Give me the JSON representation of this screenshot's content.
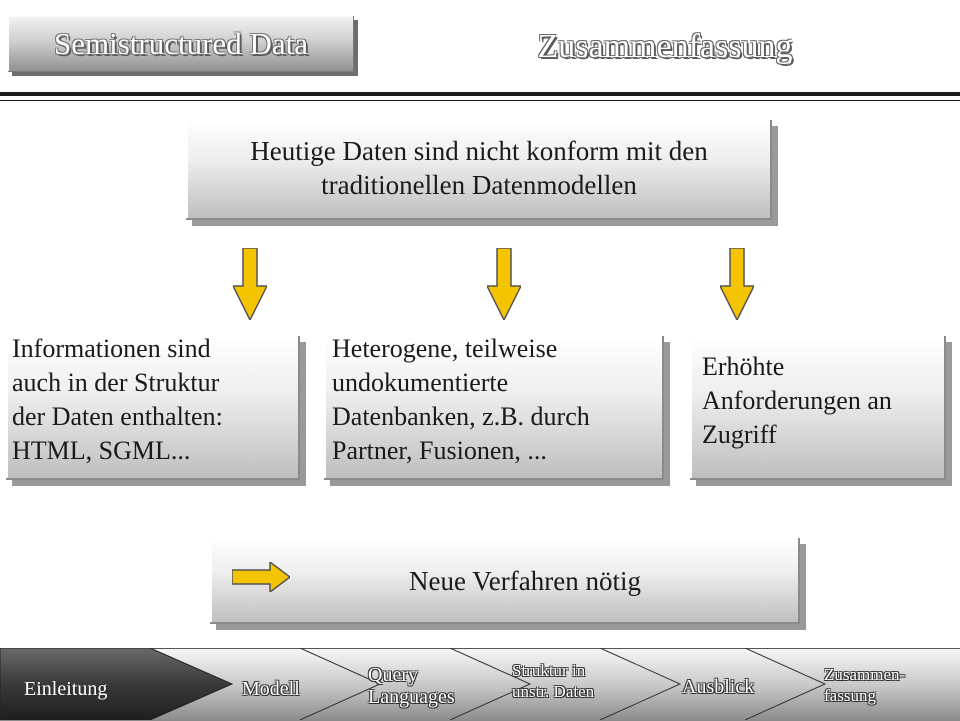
{
  "header": {
    "tab_title": "Semistructured Data",
    "slide_title": "Zusammenfassung"
  },
  "diagram": {
    "top_box": "Heutige Daten sind nicht konform mit den traditionellen Datenmodellen",
    "left_box_lines": [
      "Informationen sind",
      "auch in der Struktur",
      "der Daten enthalten:",
      "HTML, SGML..."
    ],
    "middle_box_lines": [
      "Heterogene, teilweise",
      "undokumentierte",
      "Datenbanken, z.B. durch",
      "Partner, Fusionen, ..."
    ],
    "right_box_lines": [
      "Erhöhte",
      "Anforderungen an",
      "Zugriff"
    ],
    "bottom_box": "Neue Verfahren nötig",
    "arrow_color": "#f5c400"
  },
  "nav": {
    "items": [
      {
        "lines": [
          "Einleitung"
        ],
        "active": true
      },
      {
        "lines": [
          "Modell"
        ]
      },
      {
        "lines": [
          "Query",
          "Languages"
        ]
      },
      {
        "lines": [
          "Struktur in",
          "unstr. Daten"
        ]
      },
      {
        "lines": [
          "Ausblick"
        ]
      },
      {
        "lines": [
          "Zusammen-",
          "fassung"
        ]
      }
    ]
  }
}
